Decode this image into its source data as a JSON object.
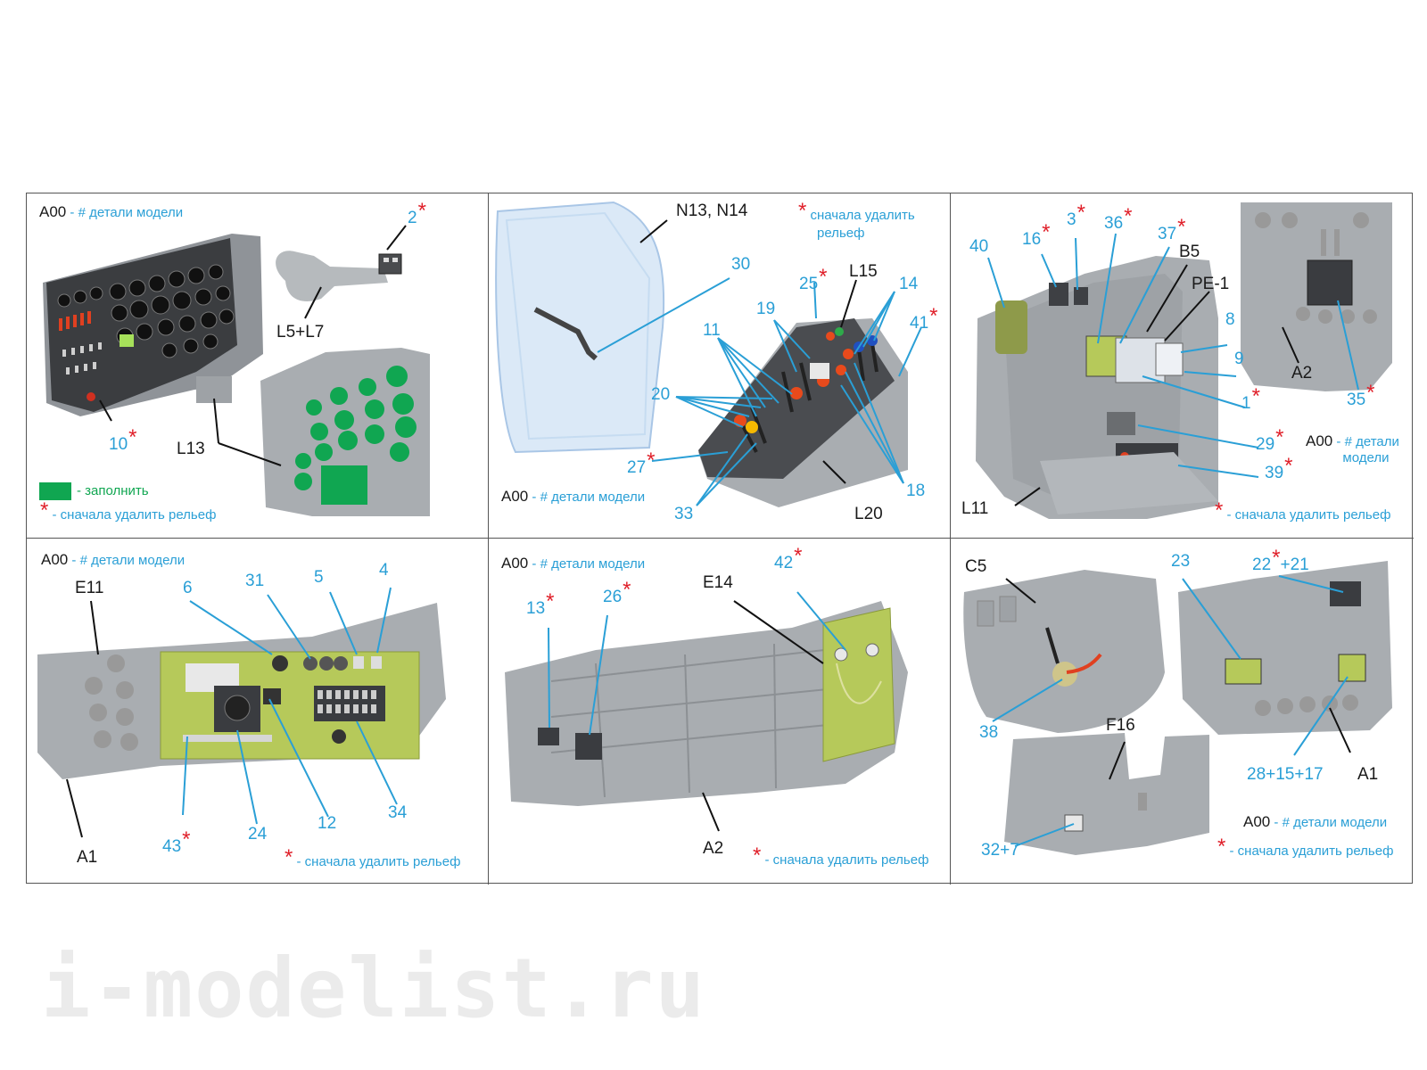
{
  "legend": {
    "model_parts": "- # детали модели",
    "remove_relief": "- сначала удалить рельеф",
    "fill": "- заполнить",
    "part_code": "A00"
  },
  "panel1": {
    "labels": [
      "2",
      "L5+L7",
      "10",
      "L13"
    ]
  },
  "panel2": {
    "labels": [
      "N13, N14",
      "30",
      "L15",
      "25",
      "19",
      "14",
      "41",
      "11",
      "20",
      "27",
      "33",
      "18",
      "L20"
    ],
    "remove_relief_two_line": [
      "сначала удалить",
      "рельеф"
    ]
  },
  "panel3": {
    "labels": [
      "40",
      "16",
      "3",
      "36",
      "37",
      "B5",
      "PE-1",
      "8",
      "9",
      "1",
      "29",
      "39",
      "L11",
      "A2",
      "35"
    ],
    "model_parts_two_line": [
      "- # детали",
      "модели"
    ]
  },
  "panel4": {
    "labels": [
      "6",
      "31",
      "5",
      "4",
      "E11",
      "43",
      "24",
      "12",
      "34",
      "A1"
    ]
  },
  "panel5": {
    "labels": [
      "13",
      "26",
      "E14",
      "42",
      "A2"
    ]
  },
  "panel6": {
    "labels": [
      "C5",
      "23",
      "22",
      "+21",
      "38",
      "F16",
      "28+15+17",
      "A1",
      "32+7"
    ]
  },
  "watermark": "i-modelist.ru",
  "colors": {
    "label_blue": "#2a9fd6",
    "star_red": "#e0202a",
    "fill_green": "#10a651",
    "part_grey": "#a9adb1",
    "decal_green": "#b6c95a"
  }
}
